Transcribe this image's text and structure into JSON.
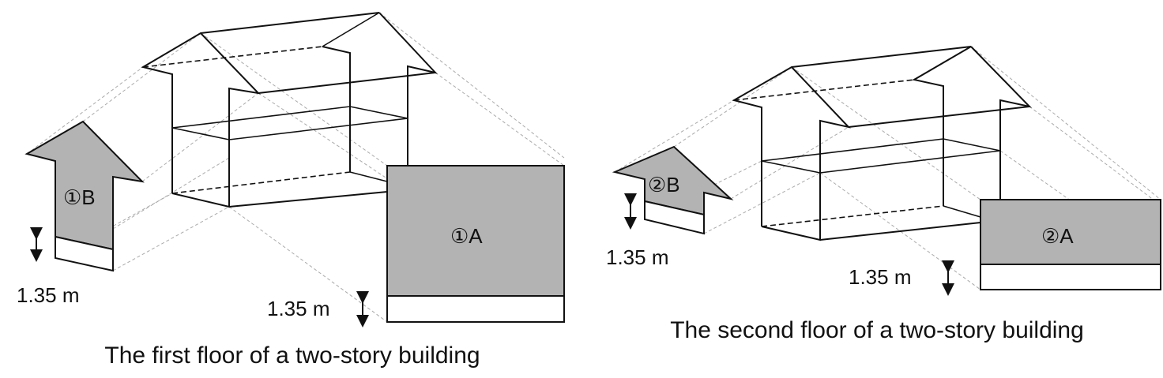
{
  "panels": [
    {
      "caption": "The first floor of a two-story building",
      "label_a": "①A",
      "label_b": "①B",
      "height_a": "1.35 m",
      "height_b": "1.35 m"
    },
    {
      "caption": "The second floor of a two-story building",
      "label_a": "②A",
      "label_b": "②B",
      "height_a": "1.35 m",
      "height_b": "1.35 m"
    }
  ],
  "colors": {
    "shaded": "#b3b3b3",
    "line": "#111111",
    "projection": "#aaaaaa"
  }
}
